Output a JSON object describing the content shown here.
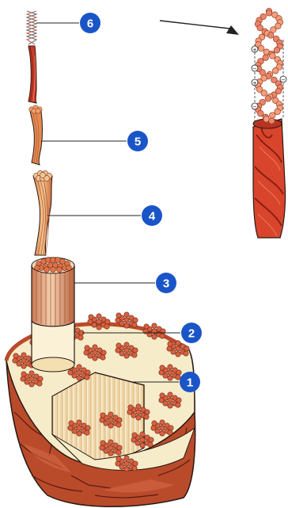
{
  "callouts": [
    {
      "number": "1"
    },
    {
      "number": "2"
    },
    {
      "number": "3"
    },
    {
      "number": "4"
    },
    {
      "number": "5"
    },
    {
      "number": "6"
    }
  ],
  "charge_markers": [
    "+",
    "−",
    "+",
    "−",
    "−"
  ],
  "colors": {
    "callout_fill": "#1a55c8",
    "muscle_red": "#c8412a",
    "muscle_dark": "#7a1f14",
    "fibre_orange": "#e2794f",
    "fibre_light": "#f2c4a0",
    "cream": "#f7ecc9",
    "outline": "#2a1a14"
  }
}
